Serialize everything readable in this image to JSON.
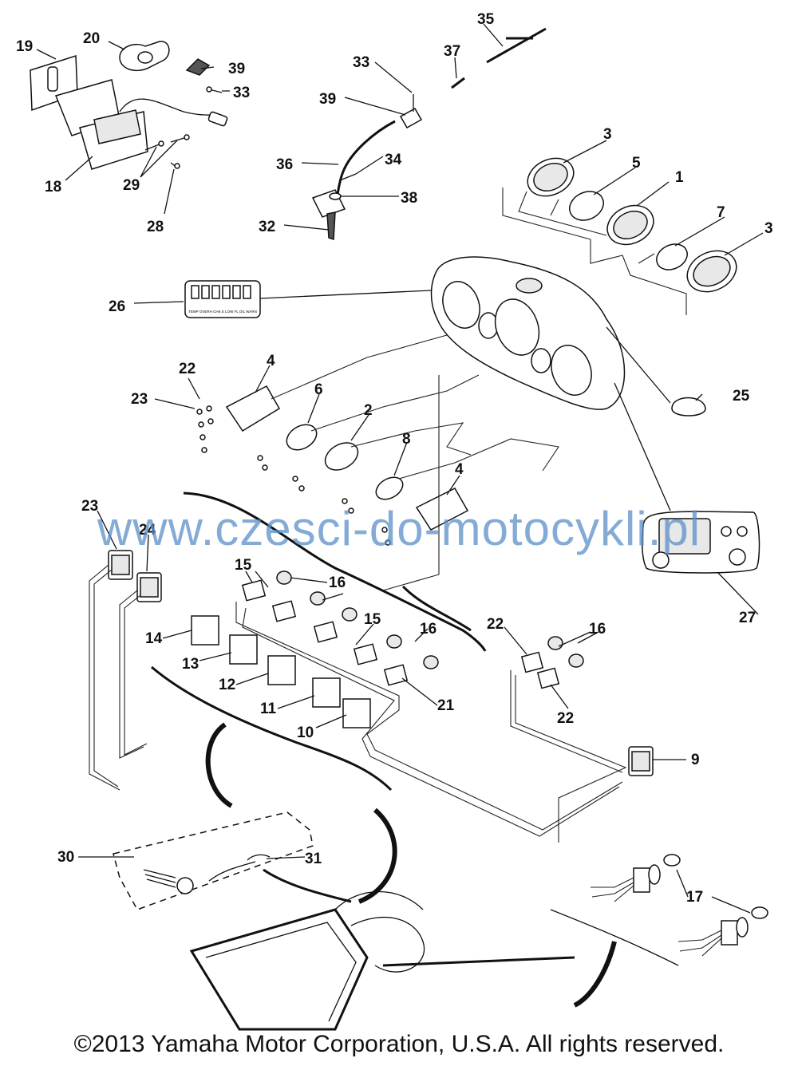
{
  "labels": [
    {
      "id": "l19a",
      "text": "19"
    },
    {
      "id": "l20",
      "text": "20"
    },
    {
      "id": "l39a",
      "text": "39"
    },
    {
      "id": "l33a",
      "text": "33"
    },
    {
      "id": "l18",
      "text": "18"
    },
    {
      "id": "l29",
      "text": "29"
    },
    {
      "id": "l28",
      "text": "28"
    },
    {
      "id": "l33b",
      "text": "33"
    },
    {
      "id": "l39b",
      "text": "39"
    },
    {
      "id": "l36",
      "text": "36"
    },
    {
      "id": "l34",
      "text": "34"
    },
    {
      "id": "l38",
      "text": "38"
    },
    {
      "id": "l32",
      "text": "32"
    },
    {
      "id": "l35",
      "text": "35"
    },
    {
      "id": "l37",
      "text": "37"
    },
    {
      "id": "l3a",
      "text": "3"
    },
    {
      "id": "l5",
      "text": "5"
    },
    {
      "id": "l1",
      "text": "1"
    },
    {
      "id": "l7",
      "text": "7"
    },
    {
      "id": "l3b",
      "text": "3"
    },
    {
      "id": "l26",
      "text": "26"
    },
    {
      "id": "l22a",
      "text": "22"
    },
    {
      "id": "l4a",
      "text": "4"
    },
    {
      "id": "l23a",
      "text": "23"
    },
    {
      "id": "l6",
      "text": "6"
    },
    {
      "id": "l2",
      "text": "2"
    },
    {
      "id": "l25",
      "text": "25"
    },
    {
      "id": "l8",
      "text": "8"
    },
    {
      "id": "l4b",
      "text": "4"
    },
    {
      "id": "l23b",
      "text": "23"
    },
    {
      "id": "l24",
      "text": "24"
    },
    {
      "id": "l27",
      "text": "27"
    },
    {
      "id": "l15a",
      "text": "15"
    },
    {
      "id": "l16a",
      "text": "16"
    },
    {
      "id": "l15b",
      "text": "15"
    },
    {
      "id": "l16b",
      "text": "16"
    },
    {
      "id": "l14",
      "text": "14"
    },
    {
      "id": "l13",
      "text": "13"
    },
    {
      "id": "l12",
      "text": "12"
    },
    {
      "id": "l11",
      "text": "11"
    },
    {
      "id": "l10",
      "text": "10"
    },
    {
      "id": "l21",
      "text": "21"
    },
    {
      "id": "l22b",
      "text": "22"
    },
    {
      "id": "l16c",
      "text": "16"
    },
    {
      "id": "l22c",
      "text": "22"
    },
    {
      "id": "l9",
      "text": "9"
    },
    {
      "id": "l30",
      "text": "30"
    },
    {
      "id": "l31",
      "text": "31"
    },
    {
      "id": "l17",
      "text": "17"
    }
  ],
  "panel26": {
    "text": "TEMP  OVERH  CHK E  LOW FL  OIL  WARN"
  },
  "watermark": "www.czesci-do-motocykli.pl",
  "copyright": "©2013 Yamaha Motor Corporation, U.S.A. All rights reserved.",
  "colors": {
    "ink": "#111111",
    "watermark": "#5b8fc7",
    "background": "#ffffff"
  }
}
